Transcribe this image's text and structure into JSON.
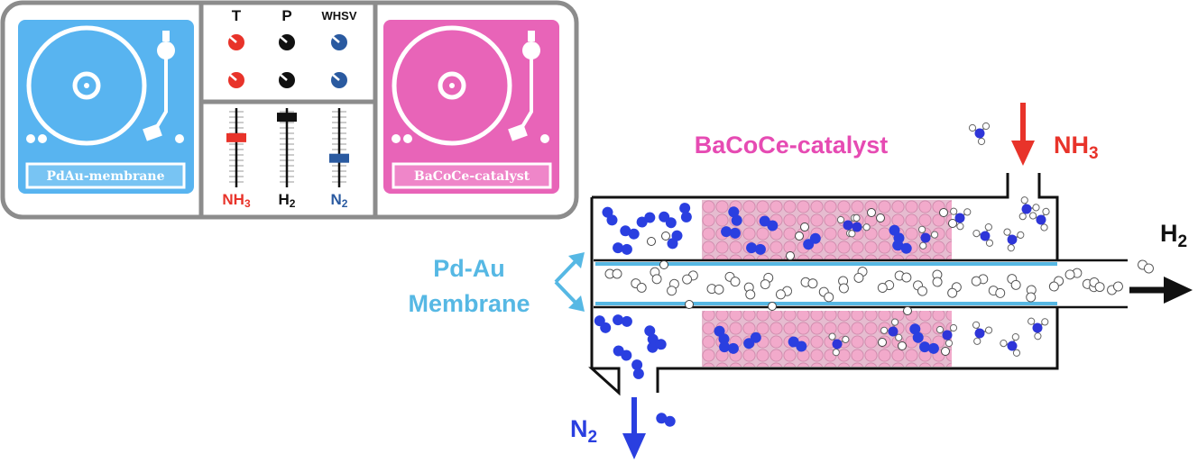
{
  "mixer": {
    "left_deck_label": "PdAu-membrane",
    "right_deck_label": "BaCoCe-catalyst",
    "knob_headers": {
      "t": "T",
      "p": "P",
      "whsv": "WHSV"
    },
    "fader_labels": [
      {
        "main": "NH",
        "sub": "3"
      },
      {
        "main": "H",
        "sub": "2"
      },
      {
        "main": "N",
        "sub": "2"
      }
    ],
    "fader_levels": [
      0.62,
      0.92,
      0.32
    ]
  },
  "reactor": {
    "catalyst_label": "BaCoCe-catalyst",
    "membrane_label_line1": "Pd-Au",
    "membrane_label_line2": "Membrane",
    "nh3_label": {
      "main": "NH",
      "sub": "3"
    },
    "h2_label": {
      "main": "H",
      "sub": "2"
    },
    "n2_label": {
      "main": "N",
      "sub": "2"
    }
  },
  "colors": {
    "blue_deck": "#58b4f0",
    "pink_deck": "#e864b8",
    "catalyst": "#e64bb3",
    "membrane": "#56b8e4",
    "nh3": "#e8332a",
    "n2": "#2a3fe0",
    "knob_blue": "#2a5aa0"
  }
}
